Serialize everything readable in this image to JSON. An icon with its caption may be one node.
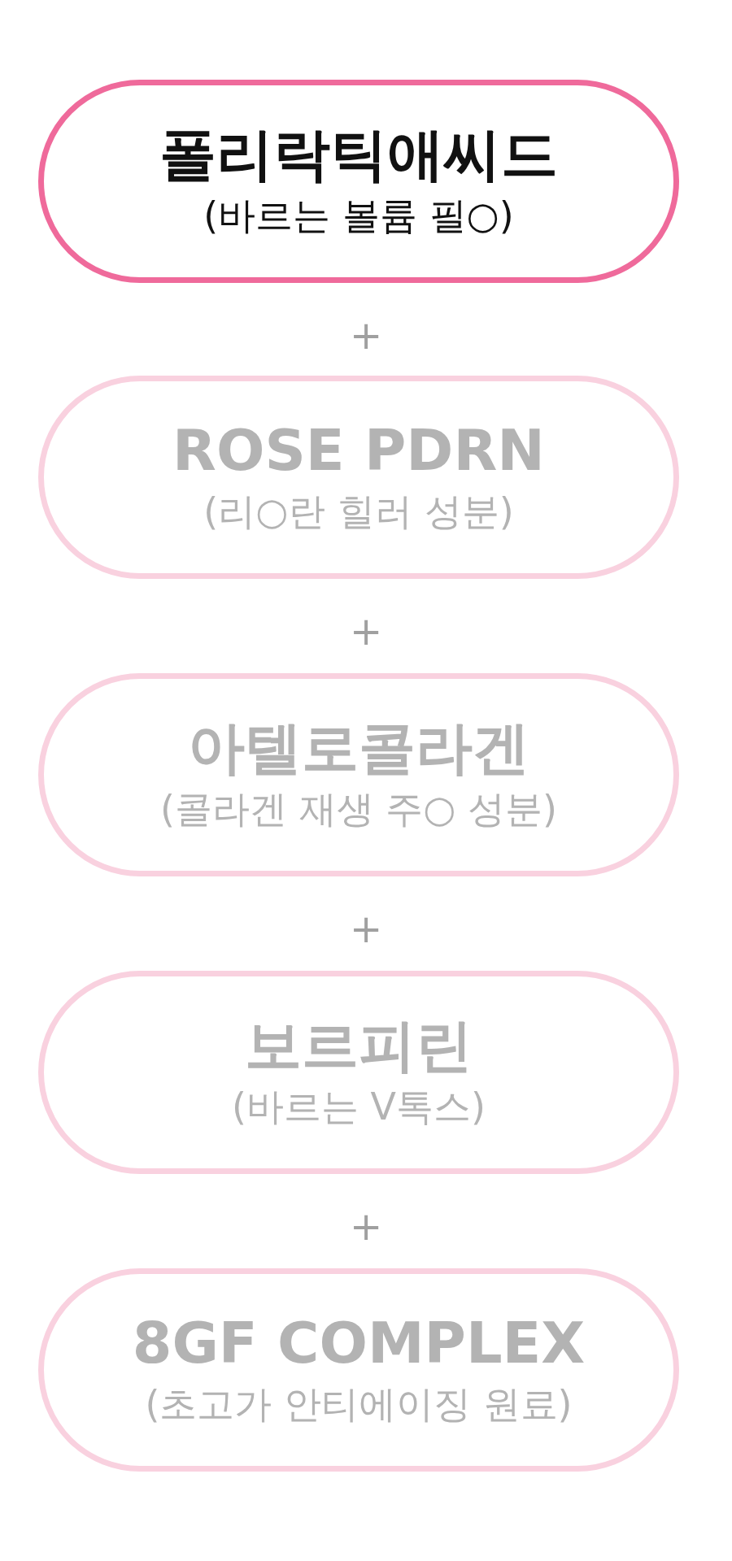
{
  "diagram": {
    "nodes": [
      {
        "text": [
          "폴리락틱애씨드",
          "(바르는 볼륨 필○)"
        ]
      },
      {
        "text": [
          "ROSE PDRN",
          "(리○란 힐러 성분)"
        ]
      },
      {
        "text": [
          "아텔로콜라겐",
          "(콜라겐 재생 주○ 성분)"
        ]
      },
      {
        "text": [
          "보르피린",
          "(바르는 V톡스)"
        ]
      },
      {
        "text": [
          "8GF COMPLEX",
          "(초고가 안티에이징 원료)"
        ]
      }
    ],
    "labels": [
      "+",
      "+",
      "+",
      "+"
    ]
  }
}
